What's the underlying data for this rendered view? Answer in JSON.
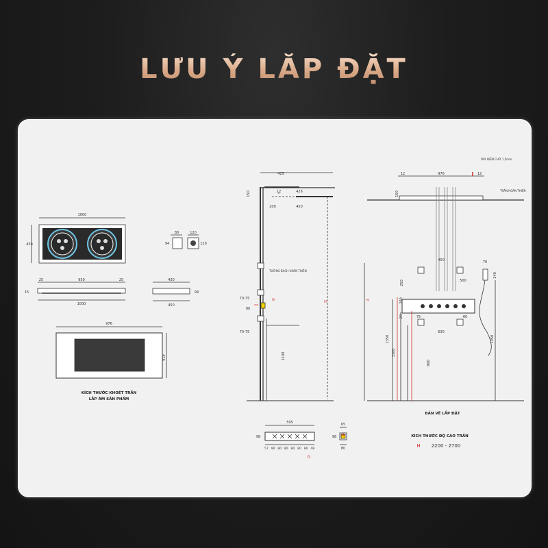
{
  "title": "LƯU Ý LẮP ĐẶT",
  "left": {
    "panel_w": "1000",
    "panel_h": "450",
    "box1_w": "80",
    "box1_h": "94",
    "box2_w": "120",
    "box2_h": "120",
    "side_25a": "25",
    "side_950": "950",
    "side_25b": "25",
    "side_thk": "15",
    "side_1000": "1000",
    "small_430": "430",
    "small_94": "94",
    "small_450": "450",
    "cut_976": "976",
    "cut_426": "426",
    "caption1": "KÍCH THƯỚC KHOÉT TRẦN",
    "caption2": "LẮP ÂM SẢN PHẨM"
  },
  "middle": {
    "d425": "425",
    "d12": "12",
    "d426": "426",
    "d150": "150",
    "d200": "200",
    "d450": "450",
    "wall_label": "TƯỜNG BẠCH HOÀN THIỆN",
    "d70_75a": "70-75",
    "d90": "90",
    "d70_75b": "70-75",
    "g_mark": "G",
    "h_mark": "H",
    "d1100": "1100"
  },
  "right": {
    "d12a": "12",
    "d976": "976",
    "d12b": "12",
    "d150": "150",
    "wire_label": "DÂY ĐIỆN CHỜ 1,5mm",
    "ceiling_label": "TRẦN HOÀN THIỆN",
    "d450": "450",
    "d70": "70",
    "d250": "250",
    "d500": "500",
    "d240": "240",
    "d200": "200",
    "d75": "75",
    "d60": "60",
    "d20": "20",
    "d630": "630",
    "d1350a": "1350",
    "d1100": "1100",
    "d900": "900",
    "d1350b": "1350",
    "h_mark": "H",
    "caption": "BẢN VẼ LẮP ĐẶT"
  },
  "bottom": {
    "d595": "595",
    "d65": "65",
    "d98a": "98",
    "d98b": "98",
    "row_dims": [
      "57",
      "90",
      "80",
      "80",
      "80",
      "80",
      "80",
      "48"
    ],
    "d80": "80",
    "g_mark": "G",
    "height_title": "KÍCH THƯỚC ĐỘ CAO TRẦN",
    "h_label": "H",
    "h_range": "2200 - 2700"
  },
  "colors": {
    "accent_red": "#d0302a",
    "line": "#333333",
    "title_gold": "#e3b99a"
  }
}
